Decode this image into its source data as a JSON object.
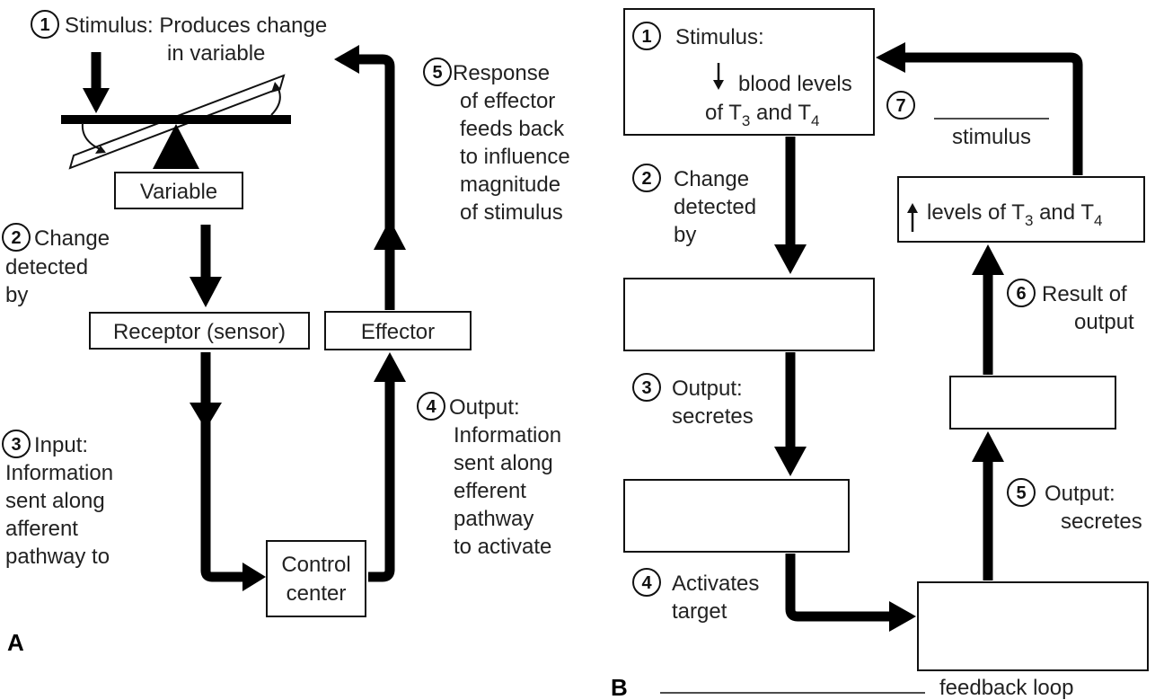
{
  "panel_a": {
    "label": "A",
    "step1": {
      "num": "1",
      "line1": "Stimulus: Produces change",
      "line2": "in variable"
    },
    "variable_box": "Variable",
    "step2": {
      "num": "2",
      "line1": "Change",
      "line2": "detected",
      "line3": "by"
    },
    "receptor_box": "Receptor (sensor)",
    "step3": {
      "num": "3",
      "line1": "Input:",
      "line2": "Information",
      "line3": "sent along",
      "line4": "afferent",
      "line5": "pathway to"
    },
    "control_box": {
      "line1": "Control",
      "line2": "center"
    },
    "step4": {
      "num": "4",
      "line1": "Output:",
      "line2": "Information",
      "line3": "sent along",
      "line4": "efferent",
      "line5": "pathway",
      "line6": "to activate"
    },
    "effector_box": "Effector",
    "step5": {
      "num": "5",
      "line1": "Response",
      "line2": "of effector",
      "line3": "feeds back",
      "line4": "to influence",
      "line5": "magnitude",
      "line6": "of stimulus"
    }
  },
  "panel_b": {
    "label": "B",
    "footer_text": "feedback loop",
    "step1": {
      "num": "1",
      "line1": "Stimulus:",
      "line2": "blood levels",
      "line3_a": "of T",
      "sub3": "3",
      "line3_b": " and T",
      "sub4": "4"
    },
    "step2": {
      "num": "2",
      "line1": "Change",
      "line2": "detected",
      "line3": "by"
    },
    "step3": {
      "num": "3",
      "line1": "Output:",
      "line2": "secretes"
    },
    "step4": {
      "num": "4",
      "line1": "Activates",
      "line2": "target"
    },
    "step5": {
      "num": "5",
      "line1": "Output:",
      "line2": "secretes"
    },
    "step6": {
      "num": "6",
      "line1": "Result of",
      "line2": "output"
    },
    "step7": {
      "num": "7",
      "line1": "stimulus"
    },
    "levels_box": {
      "text_a": "levels of T",
      "sub3": "3",
      "text_b": " and T",
      "sub4": "4"
    }
  }
}
